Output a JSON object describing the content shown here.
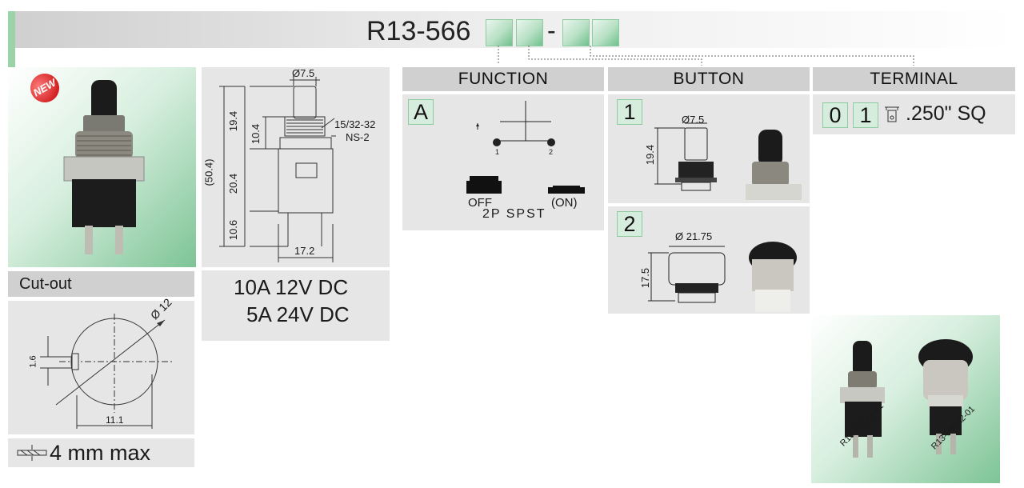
{
  "header": {
    "model": "R13-566",
    "dash": "-"
  },
  "badge": "NEW",
  "drawing": {
    "dim_diameter": "Ø7.5",
    "dim_height_top": "19.4",
    "dim_height_thread": "10.4",
    "thread_spec": "15/32-32",
    "thread_spec2": "NS-2",
    "dim_total": "(50.4)",
    "dim_body": "20.4",
    "dim_terminal": "10.6",
    "dim_width": "17.2"
  },
  "ratings": [
    "10A 12V DC",
    "5A 24V DC"
  ],
  "cutout": {
    "title": "Cut-out",
    "dim_diameter": "Ø 12",
    "dim_key": "1.6",
    "dim_width": "11.1",
    "panel_text": "4 mm max"
  },
  "function": {
    "title": "FUNCTION",
    "code": "A",
    "pin1": "1",
    "pin2": "2",
    "off_label": "OFF",
    "on_label": "(ON)",
    "type_label": "2P SPST"
  },
  "button": {
    "title": "BUTTON",
    "options": [
      {
        "code": "1",
        "diameter": "Ø7.5",
        "height": "19.4"
      },
      {
        "code": "2",
        "diameter": "Ø 21.75",
        "height": "17.5"
      }
    ]
  },
  "terminal": {
    "title": "TERMINAL",
    "codes": [
      "0",
      "1"
    ],
    "label": ".250\" SQ"
  },
  "products": [
    "R13-566A1-01",
    "R13-566A2-01"
  ]
}
